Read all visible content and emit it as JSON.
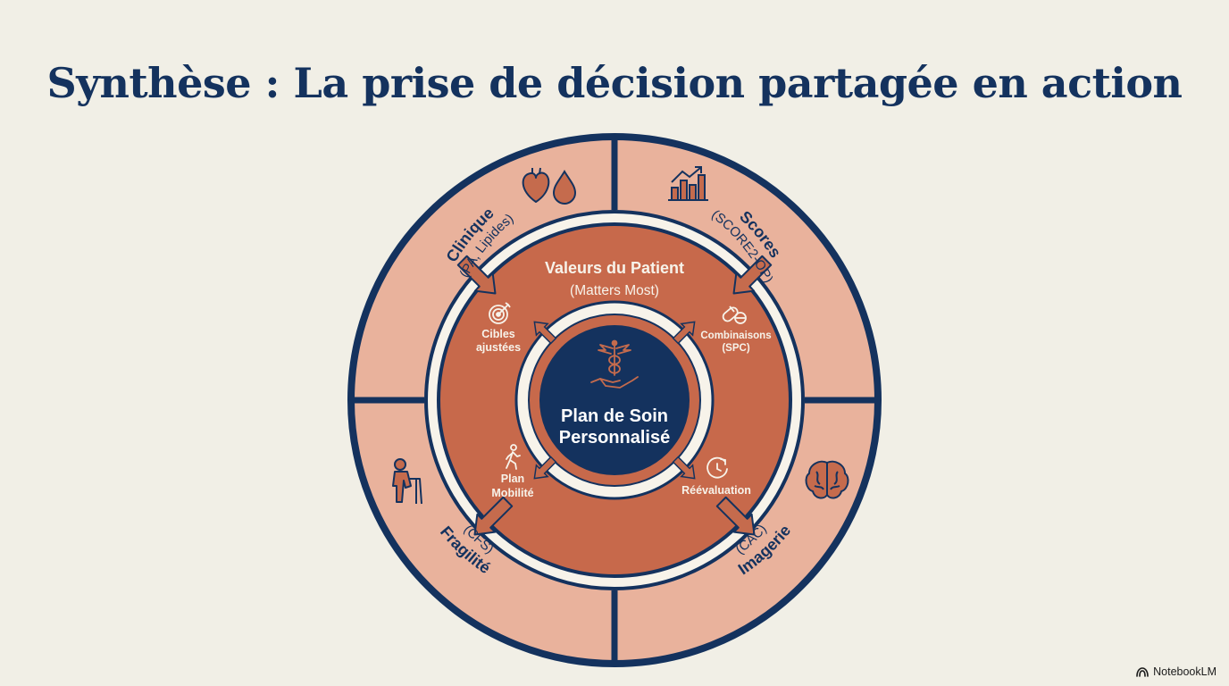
{
  "title": "Synthèse : La prise de décision partagée en action",
  "center": {
    "line1": "Plan de Soin",
    "line2": "Personnalisé",
    "icon": "caduceus-hand-icon"
  },
  "middle_ring": {
    "title": "Valeurs du Patient",
    "subtitle": "(Matters Most)"
  },
  "inputs": [
    {
      "id": "clinique",
      "title": "Clinique",
      "subtitle": "(PA, Lipides)",
      "icons": [
        "heart-icon",
        "blood-drop-icon"
      ]
    },
    {
      "id": "scores",
      "title": "Scores",
      "subtitle": "(SCORE2-OP)",
      "icons": [
        "bar-chart-trend-icon"
      ]
    },
    {
      "id": "fragilite",
      "title": "Fragilité",
      "subtitle": "(CFS)",
      "icons": [
        "elderly-walker-icon"
      ]
    },
    {
      "id": "imagerie",
      "title": "Imagerie",
      "subtitle": "(CAC)",
      "icons": [
        "brain-icon"
      ]
    }
  ],
  "outputs": [
    {
      "id": "cibles",
      "lines": [
        "Cibles",
        "ajustées"
      ],
      "icon": "target-icon"
    },
    {
      "id": "combinaisons",
      "lines": [
        "Combinaisons",
        "(SPC)"
      ],
      "icon": "pills-icon"
    },
    {
      "id": "mobilite",
      "lines": [
        "Plan",
        "Mobilité"
      ],
      "icon": "walking-person-icon"
    },
    {
      "id": "reevaluation",
      "lines": [
        "Réévaluation"
      ],
      "icon": "clock-refresh-icon"
    }
  ],
  "colors": {
    "navy": "#14325e",
    "outer_ring": "#e9b29c",
    "middle_ring": "#c7694b",
    "cream": "#f7f3ea",
    "arrow": "#c56b4d",
    "background": "#f1efe6"
  },
  "watermark": "NotebookLM"
}
